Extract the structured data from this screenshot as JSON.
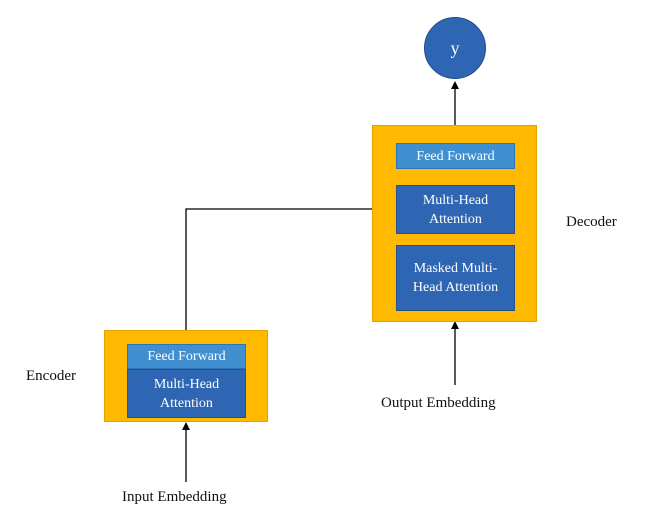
{
  "encoder": {
    "label": "Encoder",
    "feed_forward": "Feed Forward",
    "attention": "Multi-Head Attention",
    "input": "Input Embedding"
  },
  "decoder": {
    "label": "Decoder",
    "feed_forward": "Feed Forward",
    "cross_attention": "Multi-Head Attention",
    "masked_attention": "Masked Multi-Head Attention",
    "input": "Output Embedding"
  },
  "output": {
    "label": "y"
  },
  "colors": {
    "block_fill": "#ffb900",
    "feed_forward_fill": "#3f8fd1",
    "attention_fill": "#2f66b3",
    "connector": "#000000"
  }
}
